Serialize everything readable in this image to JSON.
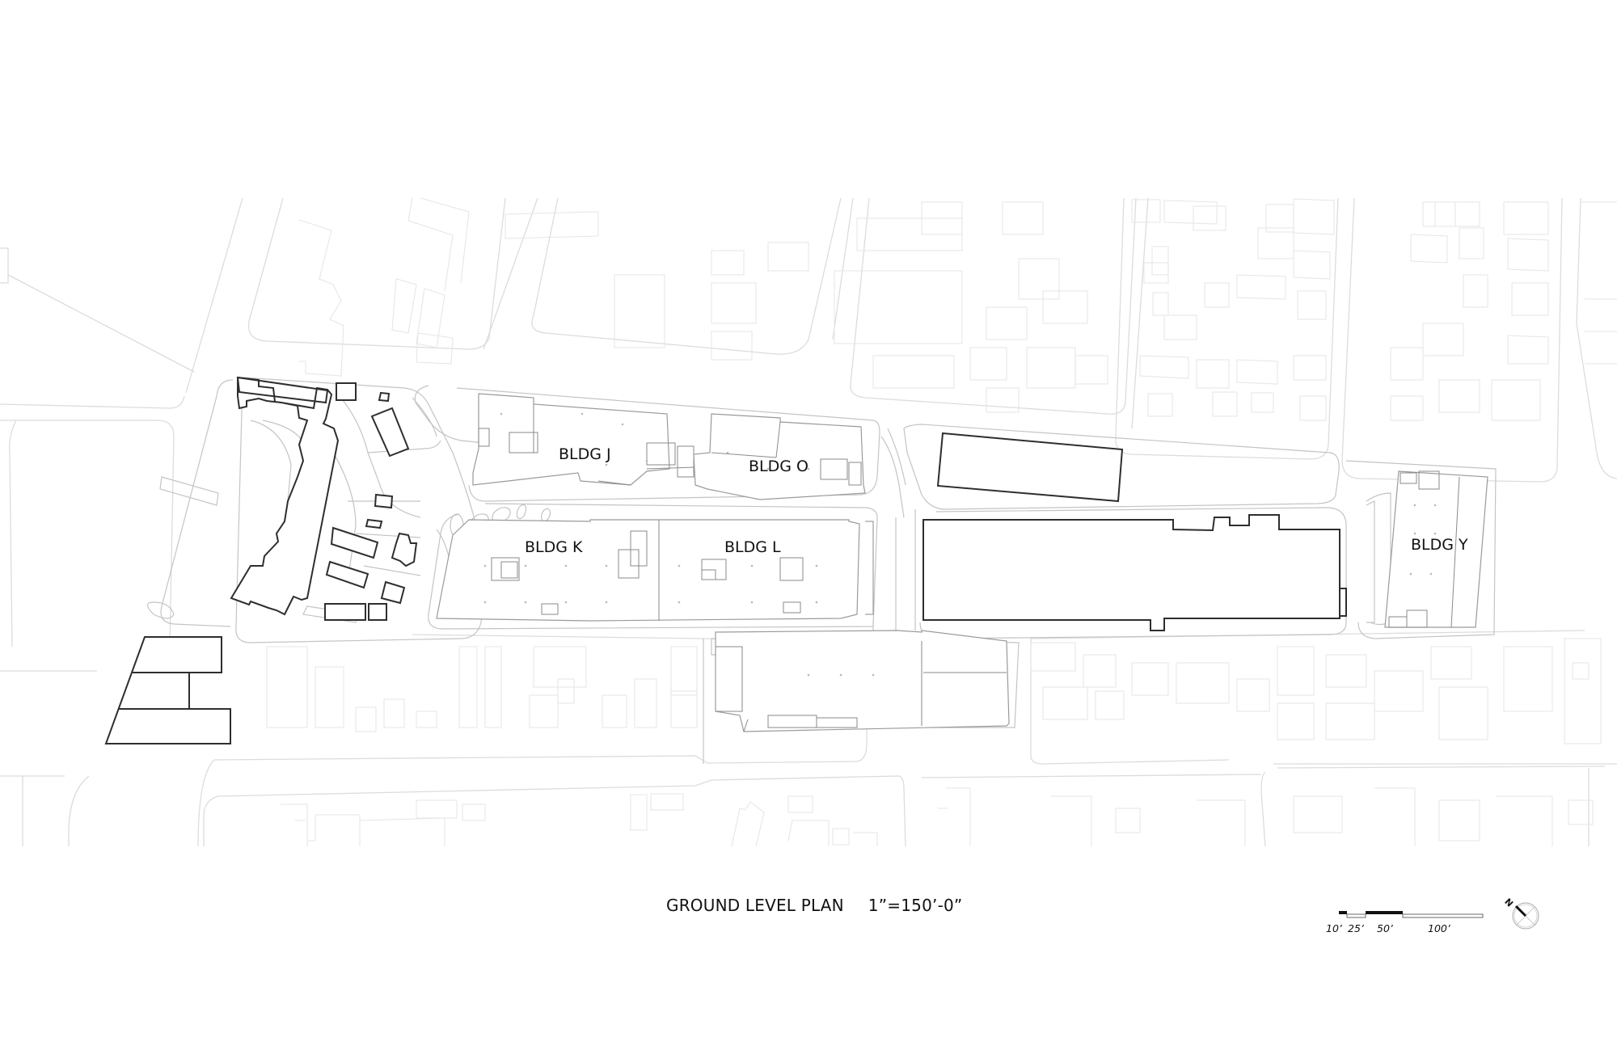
{
  "drawing": {
    "title": "GROUND LEVEL PLAN",
    "scale_note": "1”=150’-0”"
  },
  "buildings": [
    {
      "id": "J",
      "label": "BLDG J"
    },
    {
      "id": "O",
      "label": "BLDG O"
    },
    {
      "id": "K",
      "label": "BLDG K"
    },
    {
      "id": "L",
      "label": "BLDG L"
    },
    {
      "id": "Y",
      "label": "BLDG Y"
    }
  ],
  "scale_bar": {
    "labels": [
      "10’",
      "25’",
      "50’",
      "100’"
    ]
  },
  "north_arrow": {
    "letter": "N"
  },
  "colors": {
    "highlight_outline": "#2e2e2e",
    "context_lines": "#dcdcdc",
    "background": "#ffffff"
  }
}
